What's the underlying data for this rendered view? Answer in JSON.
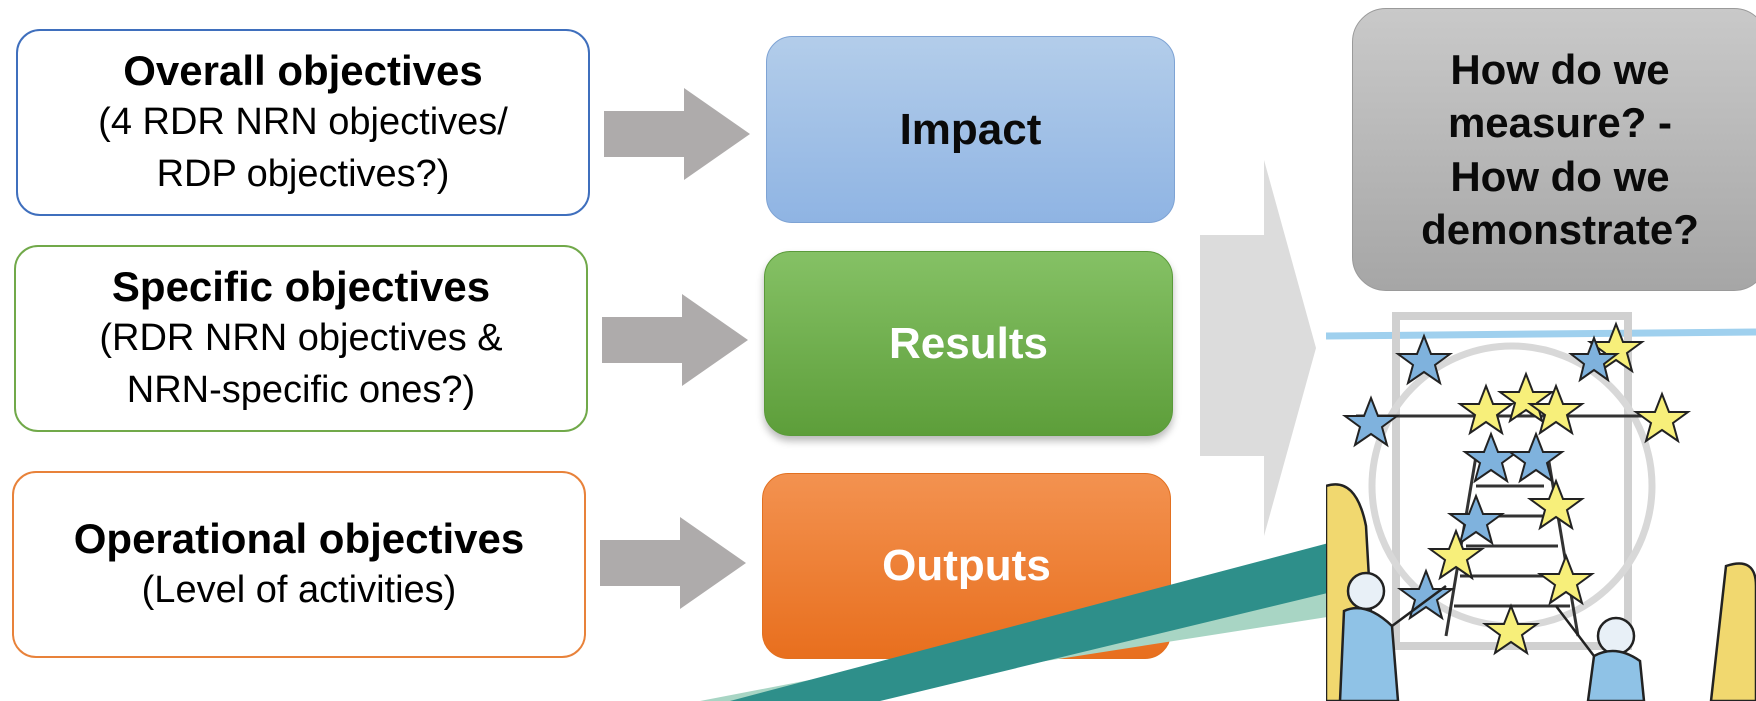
{
  "objectives": [
    {
      "title": "Overall objectives",
      "subtitle_lines": [
        "(4 RDR NRN objectives/",
        "RDP objectives?)"
      ],
      "border_color": "#3f6fbd"
    },
    {
      "title": "Specific objectives",
      "subtitle_lines": [
        "(RDR NRN objectives &",
        "NRN-specific ones?)"
      ],
      "border_color": "#71a94a"
    },
    {
      "title": "Operational objectives",
      "subtitle_lines": [
        "(Level of activities)"
      ],
      "border_color": "#e8823a"
    }
  ],
  "levels": [
    {
      "label": "Impact",
      "color": "#9dbde6"
    },
    {
      "label": "Results",
      "color": "#6aad44"
    },
    {
      "label": "Outputs",
      "color": "#ee7b2a"
    }
  ],
  "question": {
    "lines": [
      "How do we",
      "measure? -",
      "How do we",
      "demonstrate?"
    ],
    "color": "#b4b4b4"
  },
  "colors": {
    "small_arrow": "#aeabab",
    "big_arrow": "#dcdcdc",
    "swoosh_dark": "#2e8f8a",
    "swoosh_light": "#a8d5c4"
  }
}
